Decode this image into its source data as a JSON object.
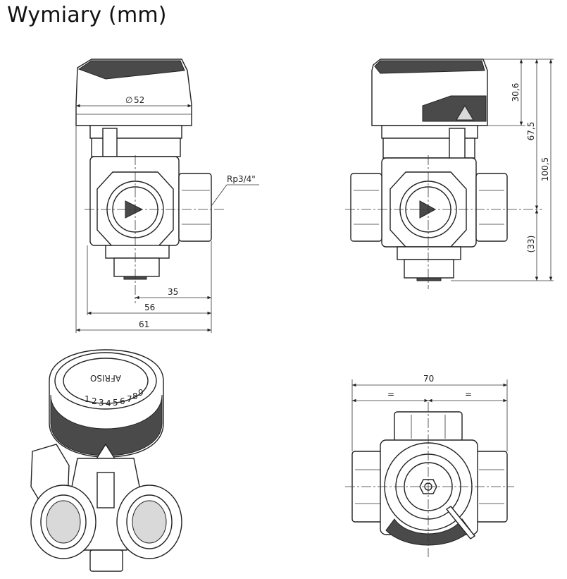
{
  "title": "Wymiary (mm)",
  "views": {
    "front": {
      "dims": {
        "diameter": "52",
        "thread": "Rp3/4\"",
        "d35": "35",
        "d56": "56",
        "d61": "61"
      }
    },
    "side": {
      "dims": {
        "d30_6": "30,6",
        "d67_5": "67,5",
        "d100_5": "100,5",
        "d33": "(33)"
      }
    },
    "iso": {
      "brand": "AFRISO",
      "scale_numbers": [
        "1",
        "2",
        "3",
        "4",
        "5",
        "6",
        "7",
        "8",
        "9"
      ]
    },
    "bottom": {
      "dims": {
        "d70": "70",
        "eq_left": "=",
        "eq_right": "="
      }
    }
  }
}
